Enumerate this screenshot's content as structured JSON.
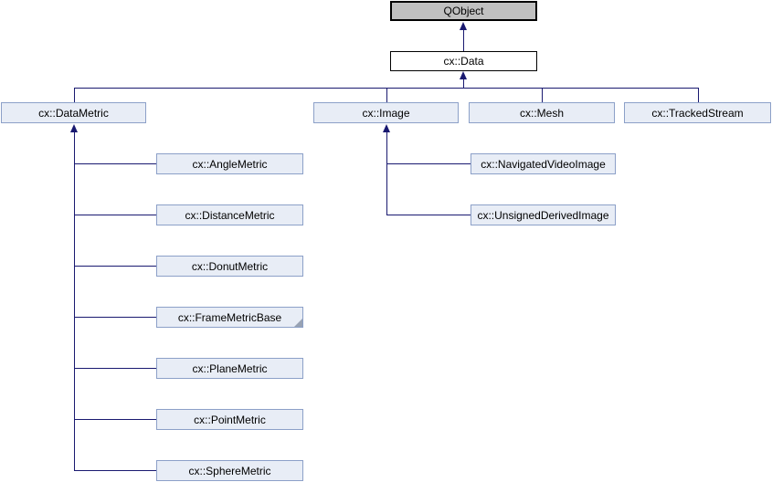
{
  "diagram": {
    "type": "class-inheritance-graph",
    "colors": {
      "edge": "#191970",
      "node_fill": "#e8edf6",
      "node_border": "#8ca0c8",
      "external_fill": "#c0c0c0",
      "external_border": "#000000",
      "root_fill": "#ffffff",
      "root_border": "#000000",
      "fold_marker": "#98a2b3"
    },
    "nodes": {
      "qobject": {
        "label": "QObject",
        "style": "external"
      },
      "data": {
        "label": "cx::Data",
        "style": "root"
      },
      "datametric": {
        "label": "cx::DataMetric",
        "style": "class"
      },
      "image": {
        "label": "cx::Image",
        "style": "class"
      },
      "mesh": {
        "label": "cx::Mesh",
        "style": "class"
      },
      "trackedstream": {
        "label": "cx::TrackedStream",
        "style": "class"
      },
      "anglemetric": {
        "label": "cx::AngleMetric",
        "style": "class"
      },
      "distancemetric": {
        "label": "cx::DistanceMetric",
        "style": "class"
      },
      "donutmetric": {
        "label": "cx::DonutMetric",
        "style": "class"
      },
      "framemetricbase": {
        "label": "cx::FrameMetricBase",
        "style": "class",
        "has_hidden_subclasses": true
      },
      "planemetric": {
        "label": "cx::PlaneMetric",
        "style": "class"
      },
      "pointmetric": {
        "label": "cx::PointMetric",
        "style": "class"
      },
      "spheremetric": {
        "label": "cx::SphereMetric",
        "style": "class"
      },
      "navigatedvideoimage": {
        "label": "cx::NavigatedVideoImage",
        "style": "class"
      },
      "unsignedderivedimage": {
        "label": "cx::UnsignedDerivedImage",
        "style": "class"
      }
    },
    "edges": [
      {
        "child": "cx::Data",
        "parent": "QObject"
      },
      {
        "child": "cx::DataMetric",
        "parent": "cx::Data"
      },
      {
        "child": "cx::Image",
        "parent": "cx::Data"
      },
      {
        "child": "cx::Mesh",
        "parent": "cx::Data"
      },
      {
        "child": "cx::TrackedStream",
        "parent": "cx::Data"
      },
      {
        "child": "cx::AngleMetric",
        "parent": "cx::DataMetric"
      },
      {
        "child": "cx::DistanceMetric",
        "parent": "cx::DataMetric"
      },
      {
        "child": "cx::DonutMetric",
        "parent": "cx::DataMetric"
      },
      {
        "child": "cx::FrameMetricBase",
        "parent": "cx::DataMetric"
      },
      {
        "child": "cx::PlaneMetric",
        "parent": "cx::DataMetric"
      },
      {
        "child": "cx::PointMetric",
        "parent": "cx::DataMetric"
      },
      {
        "child": "cx::SphereMetric",
        "parent": "cx::DataMetric"
      },
      {
        "child": "cx::NavigatedVideoImage",
        "parent": "cx::Image"
      },
      {
        "child": "cx::UnsignedDerivedImage",
        "parent": "cx::Image"
      }
    ]
  }
}
